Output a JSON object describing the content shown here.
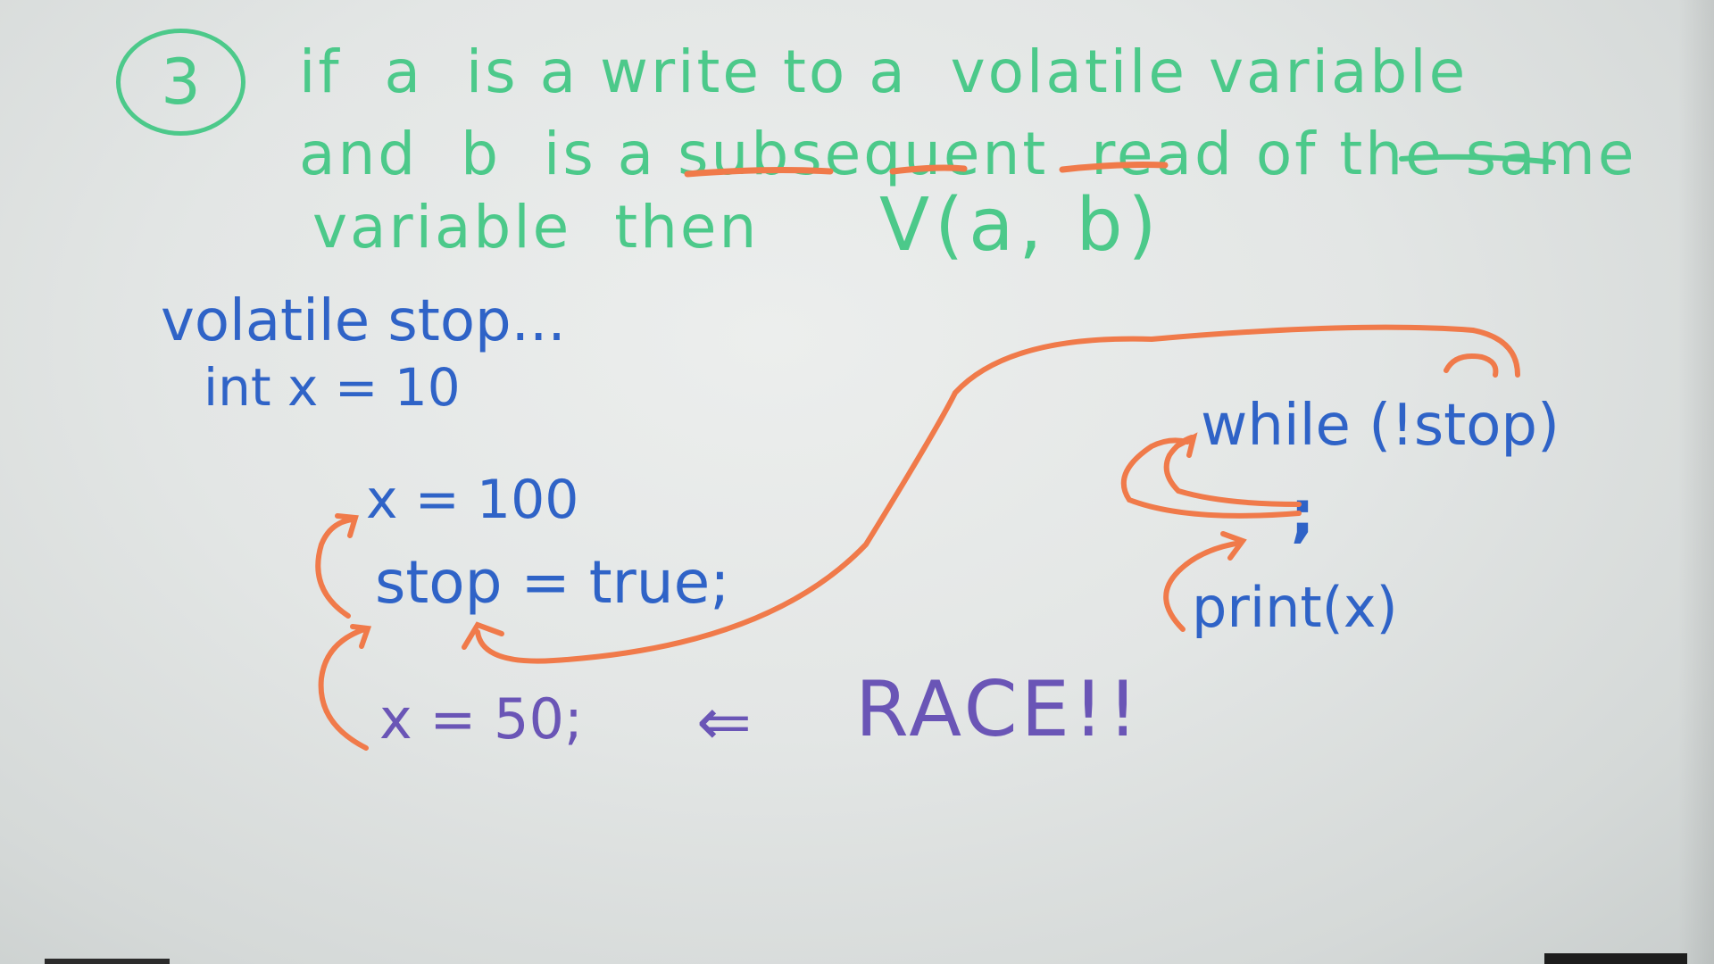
{
  "rule": {
    "number": "3",
    "line1": "if  a  is a write to a  volatile variable",
    "line2": "and  b  is a subsequent  read of the same",
    "line3": "variable  then",
    "formula": "V(a, b)"
  },
  "declarations": {
    "line1": "volatile stop...",
    "line2": "int x = 10"
  },
  "thread1": {
    "line1": "x = 100",
    "line2": "stop = true;",
    "line3": "x = 50;",
    "arrow": "⇐",
    "race": "RACE!!"
  },
  "thread2": {
    "line1": "while (!stop)",
    "line2": ";",
    "line3": "print(x)"
  },
  "colors": {
    "green": "#4cc98a",
    "blue": "#2f63c7",
    "orange": "#f07a4a",
    "purple": "#6a55b6"
  }
}
